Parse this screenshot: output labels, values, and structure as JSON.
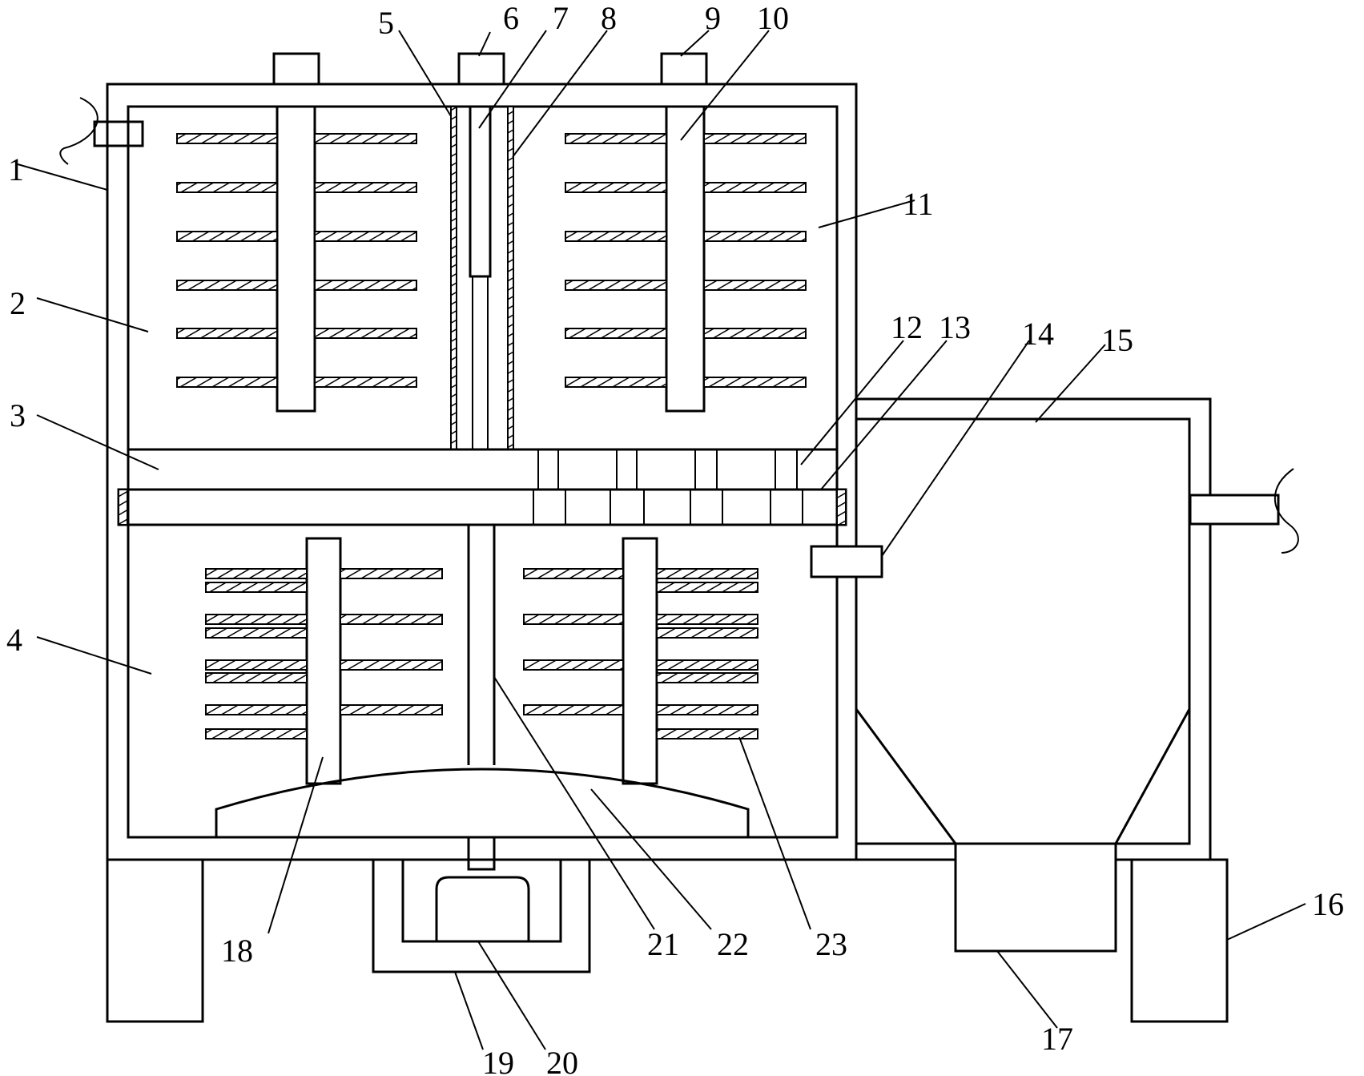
{
  "diagram": {
    "type": "patent-mechanical-drawing",
    "callouts": [
      {
        "id": "1",
        "label": "1"
      },
      {
        "id": "2",
        "label": "2"
      },
      {
        "id": "3",
        "label": "3"
      },
      {
        "id": "4",
        "label": "4"
      },
      {
        "id": "5",
        "label": "5"
      },
      {
        "id": "6",
        "label": "6"
      },
      {
        "id": "7",
        "label": "7"
      },
      {
        "id": "8",
        "label": "8"
      },
      {
        "id": "9",
        "label": "9"
      },
      {
        "id": "10",
        "label": "10"
      },
      {
        "id": "11",
        "label": "11"
      },
      {
        "id": "12",
        "label": "12"
      },
      {
        "id": "13",
        "label": "13"
      },
      {
        "id": "14",
        "label": "14"
      },
      {
        "id": "15",
        "label": "15"
      },
      {
        "id": "16",
        "label": "16"
      },
      {
        "id": "17",
        "label": "17"
      },
      {
        "id": "18",
        "label": "18"
      },
      {
        "id": "19",
        "label": "19"
      },
      {
        "id": "20",
        "label": "20"
      },
      {
        "id": "21",
        "label": "21"
      },
      {
        "id": "22",
        "label": "22"
      },
      {
        "id": "23",
        "label": "23"
      }
    ]
  }
}
